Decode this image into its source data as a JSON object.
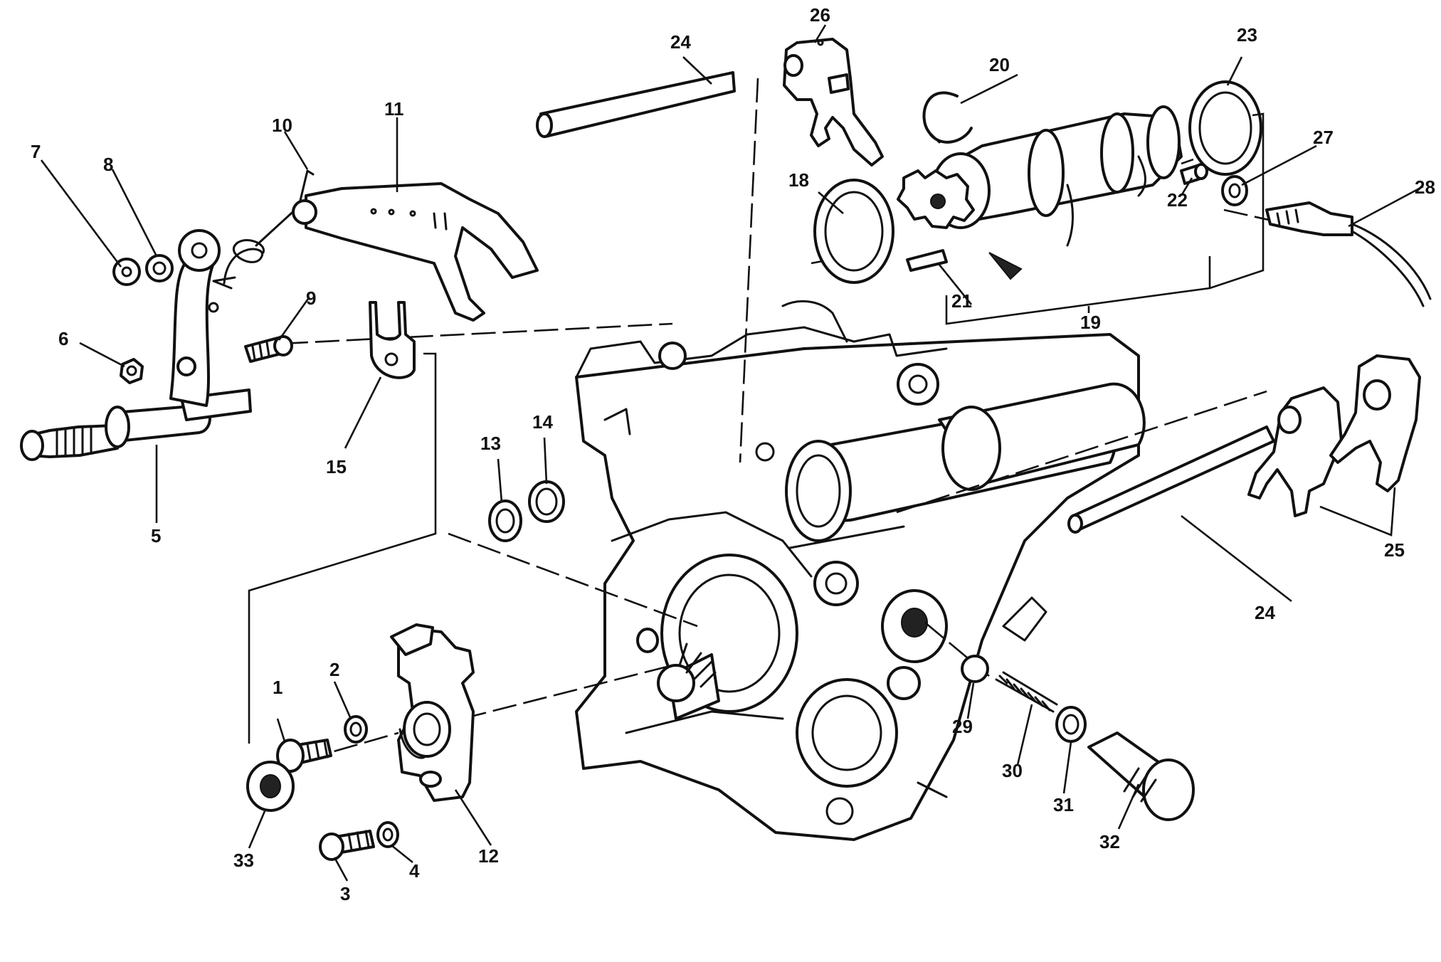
{
  "callouts": {
    "c1": "1",
    "c2": "2",
    "c3": "3",
    "c4": "4",
    "c5": "5",
    "c6": "6",
    "c7": "7",
    "c8": "8",
    "c9": "9",
    "c10": "10",
    "c11": "11",
    "c12": "12",
    "c13": "13",
    "c14": "14",
    "c15": "15",
    "c18": "18",
    "c19": "19",
    "c20": "20",
    "c21": "21",
    "c22": "22",
    "c23": "23",
    "c24a": "24",
    "c24b": "24",
    "c25": "25",
    "c26": "26",
    "c27": "27",
    "c28": "28",
    "c29": "29",
    "c30": "30",
    "c31": "31",
    "c32": "32",
    "c33": "33"
  }
}
